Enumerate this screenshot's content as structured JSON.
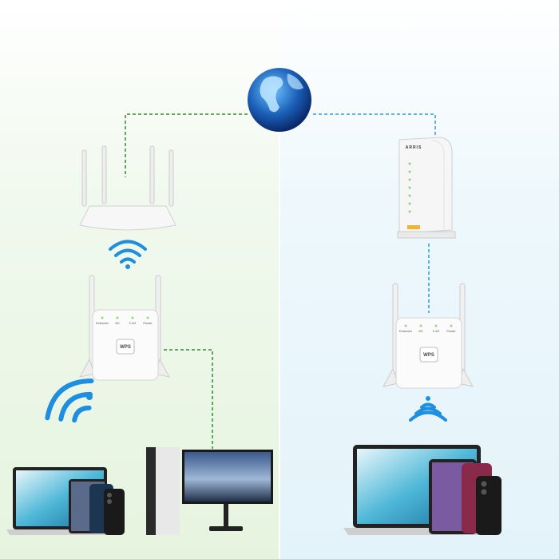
{
  "colors": {
    "left_link": "#2e8b3a",
    "right_link": "#2f9ad6",
    "wifi": "#1e8fe0",
    "globe": "#1a5fb8"
  },
  "extender": {
    "leds": [
      "Extender",
      "5G",
      "2.4G",
      "Power"
    ],
    "button": "WPS"
  },
  "modem": {
    "brand": "ARRIS"
  }
}
